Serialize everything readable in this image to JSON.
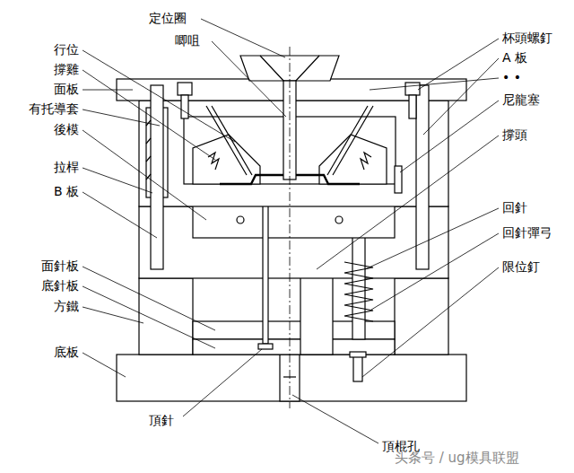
{
  "diagram": {
    "labels": [
      "定位圈",
      "唧咀",
      "行位",
      "撐雞",
      "面板",
      "有托導套",
      "後模",
      "拉桿",
      "B 板",
      "面針板",
      "底針板",
      "方鐵",
      "底板",
      "頂針",
      "頂棍孔",
      "杯頭螺釘",
      "A 板",
      "• •",
      "尼龍塞",
      "撐頭",
      "回針",
      "回針彈弓",
      "限位釘",
      "头条号 / ug模具联盟"
    ]
  }
}
